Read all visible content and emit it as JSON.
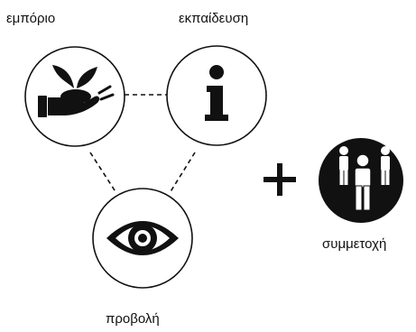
{
  "nodes": {
    "market": {
      "label": "εμπόριο",
      "icon": "hand-with-plant-icon"
    },
    "education": {
      "label": "εκπαίδευση",
      "icon": "info-icon"
    },
    "projection": {
      "label": "προβολή",
      "icon": "eye-icon"
    },
    "participation": {
      "label": "συμμετοχή",
      "icon": "people-group-icon"
    }
  },
  "operator": "+",
  "colors": {
    "stroke": "#111111",
    "fill_light": "#ffffff",
    "fill_dark": "#111111"
  }
}
